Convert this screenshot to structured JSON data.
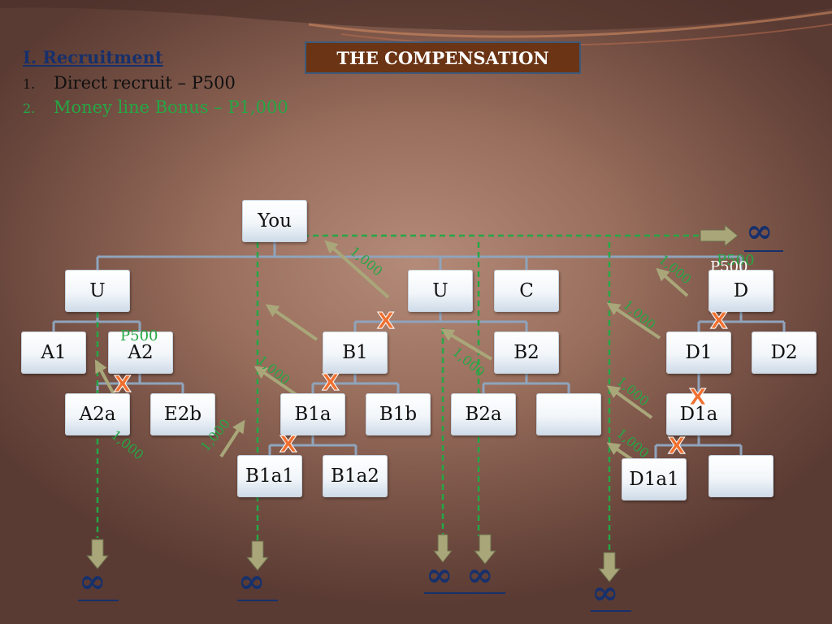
{
  "title": "THE COMPENSATION",
  "section": {
    "heading": "I. Recruitment",
    "items": [
      {
        "num": "1.",
        "text": "Direct recruit – P500"
      },
      {
        "num": "2.",
        "text": "Money line Bonus – P1,000"
      }
    ]
  },
  "nodes": {
    "you": "You",
    "u_left": "U",
    "u_mid": "U",
    "c": "C",
    "d": "D",
    "a1": "A1",
    "a2": "A2",
    "b1": "B1",
    "b2": "B2",
    "d1": "D1",
    "d2": "D2",
    "a2a": "A2a",
    "e2b": "E2b",
    "b1a": "B1a",
    "b1b": "B1b",
    "b2a": "B2a",
    "empty1": "",
    "d1a": "D1a",
    "b1a1": "B1a1",
    "b1a2": "B1a2",
    "d1a1": "D1a1",
    "empty2": ""
  },
  "labels": {
    "bonus": "1,000",
    "p500": "P500",
    "cross": "X",
    "infinity": "∞"
  },
  "colors": {
    "accent_green": "#25a745",
    "title_bg": "#6b3414",
    "cross_orange": "#f07030",
    "arrow_olive": "#a9a77a",
    "infinity_blue": "#17306b"
  }
}
